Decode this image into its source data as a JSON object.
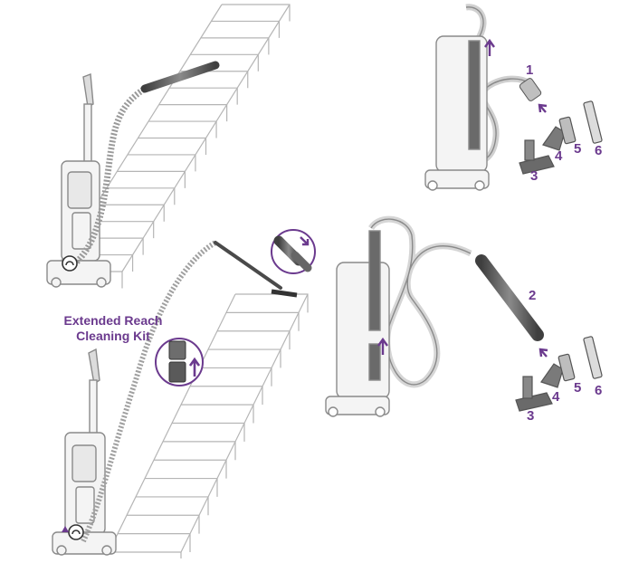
{
  "diagram": {
    "kit_label_line1": "Extended Reach",
    "kit_label_line2": "Cleaning Kit",
    "top_callouts": [
      "1",
      "3",
      "4",
      "5",
      "6"
    ],
    "bottom_callouts": [
      "2",
      "3",
      "4",
      "5",
      "6"
    ]
  },
  "colors": {
    "accent": "#6b3a8e",
    "line": "#9a9a9a",
    "dark_part": "#555555"
  }
}
